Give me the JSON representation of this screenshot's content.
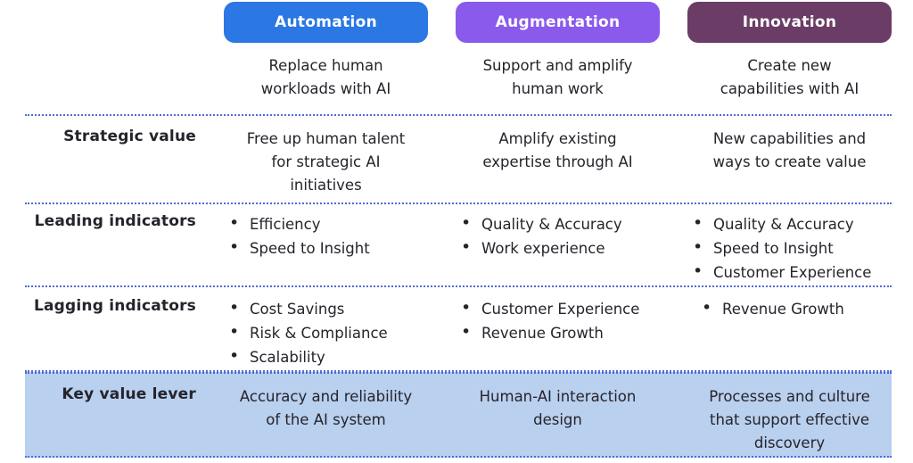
{
  "theme": {
    "dotted_line_color": "#4f6bd6",
    "key_row_bg": "#b9d0ef",
    "text_color": "#26232b",
    "pill_text_color": "#ffffff"
  },
  "columns": [
    {
      "label": "Automation",
      "pill_color": "#2b77e3",
      "description": "Replace human\nworkloads with AI"
    },
    {
      "label": "Augmentation",
      "pill_color": "#8a5aec",
      "description": "Support and amplify\nhuman work"
    },
    {
      "label": "Innovation",
      "pill_color": "#6b3d66",
      "description": "Create new\ncapabilities with AI"
    }
  ],
  "rows": {
    "strategic_value": {
      "label": "Strategic value",
      "cells": [
        "Free up human talent\nfor strategic AI\ninitiatives",
        "Amplify existing\nexpertise through AI",
        "New capabilities and\nways to create value"
      ]
    },
    "leading_indicators": {
      "label": "Leading indicators",
      "cells": [
        [
          "Efficiency",
          "Speed to Insight"
        ],
        [
          "Quality & Accuracy",
          "Work experience"
        ],
        [
          "Quality & Accuracy",
          "Speed to Insight",
          "Customer Experience"
        ]
      ]
    },
    "lagging_indicators": {
      "label": "Lagging indicators",
      "cells": [
        [
          "Cost Savings",
          "Risk & Compliance",
          "Scalability"
        ],
        [
          "Customer Experience",
          "Revenue Growth"
        ],
        [
          "Revenue Growth"
        ]
      ]
    },
    "key_value_lever": {
      "label": "Key value lever",
      "cells": [
        "Accuracy and reliability\nof the AI system",
        "Human-AI interaction\ndesign",
        "Processes and culture\nthat support effective\ndiscovery"
      ]
    }
  }
}
